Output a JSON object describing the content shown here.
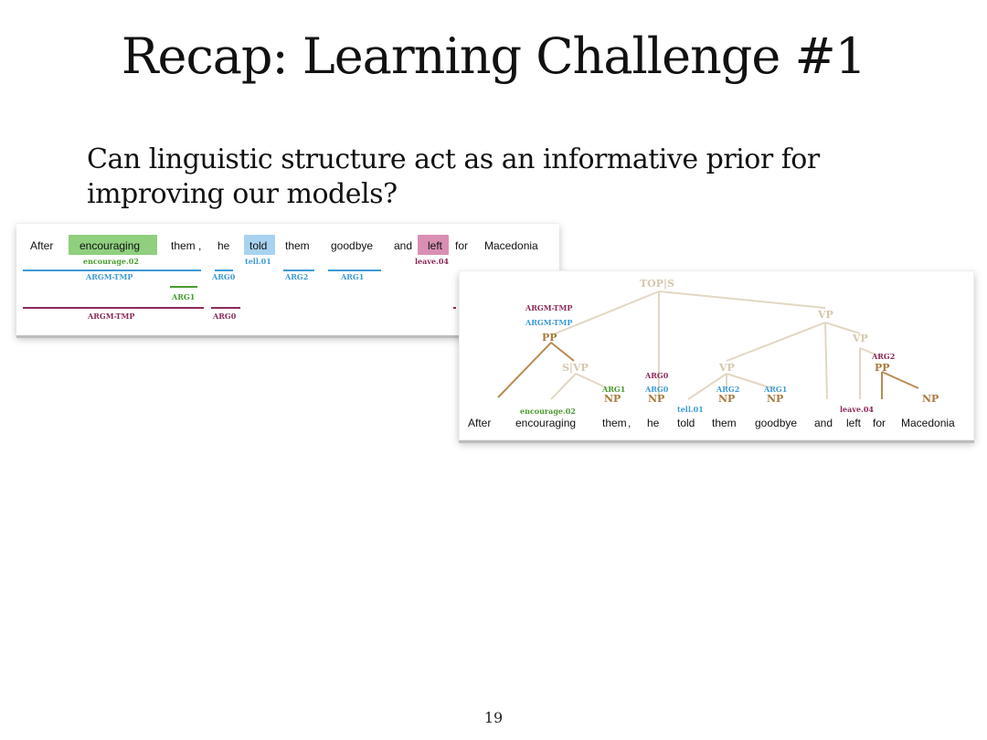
{
  "slide": {
    "title": "Recap: Learning Challenge #1",
    "question": "Can linguistic structure act as an informative prior for improving our models?",
    "page_number": "19"
  },
  "colors": {
    "green": "#4a9a2e",
    "green_highlight": "#8fcf7e",
    "blue": "#3d9ad6",
    "blue_highlight": "#a8d2f0",
    "purple": "#8c2a5a",
    "purple_highlight": "#d98fb3",
    "tan": "#a87a3e",
    "light_tan": "#d6c7ad"
  },
  "srl": {
    "words": [
      "After",
      "encouraging",
      "them",
      ",",
      "he",
      "told",
      "them",
      "goodbye",
      "and",
      "left",
      "for",
      "Macedonia"
    ],
    "senses": [
      "encourage.02",
      "tell.01",
      "leave.04"
    ],
    "row1_labels": [
      "ARGM-TMP",
      "ARG0",
      "ARG2",
      "ARG1"
    ],
    "row2_labels": [
      "ARG1"
    ],
    "row3_labels": [
      "ARGM-TMP",
      "ARG0"
    ]
  },
  "tree": {
    "words": [
      "After",
      "encouraging",
      "them",
      ",",
      "he",
      "told",
      "them",
      "goodbye",
      "and",
      "left",
      "for",
      "Macedonia"
    ],
    "root": "TOP|S",
    "vp_top": "VP",
    "vp_right": "VP",
    "vp_mid": "VP",
    "svp": "S|VP",
    "pp_left": "PP",
    "pp_right": "PP",
    "np_labels": [
      "NP",
      "NP",
      "NP",
      "NP",
      "NP"
    ],
    "pp_roles": [
      "ARGM-TMP",
      "ARGM-TMP"
    ],
    "np_roles": [
      "ARG1",
      "ARG0",
      "ARG0",
      "ARG2",
      "ARG1"
    ],
    "pp_right_role": "ARG2",
    "senses": [
      "encourage.02",
      "tell.01",
      "leave.04"
    ]
  }
}
